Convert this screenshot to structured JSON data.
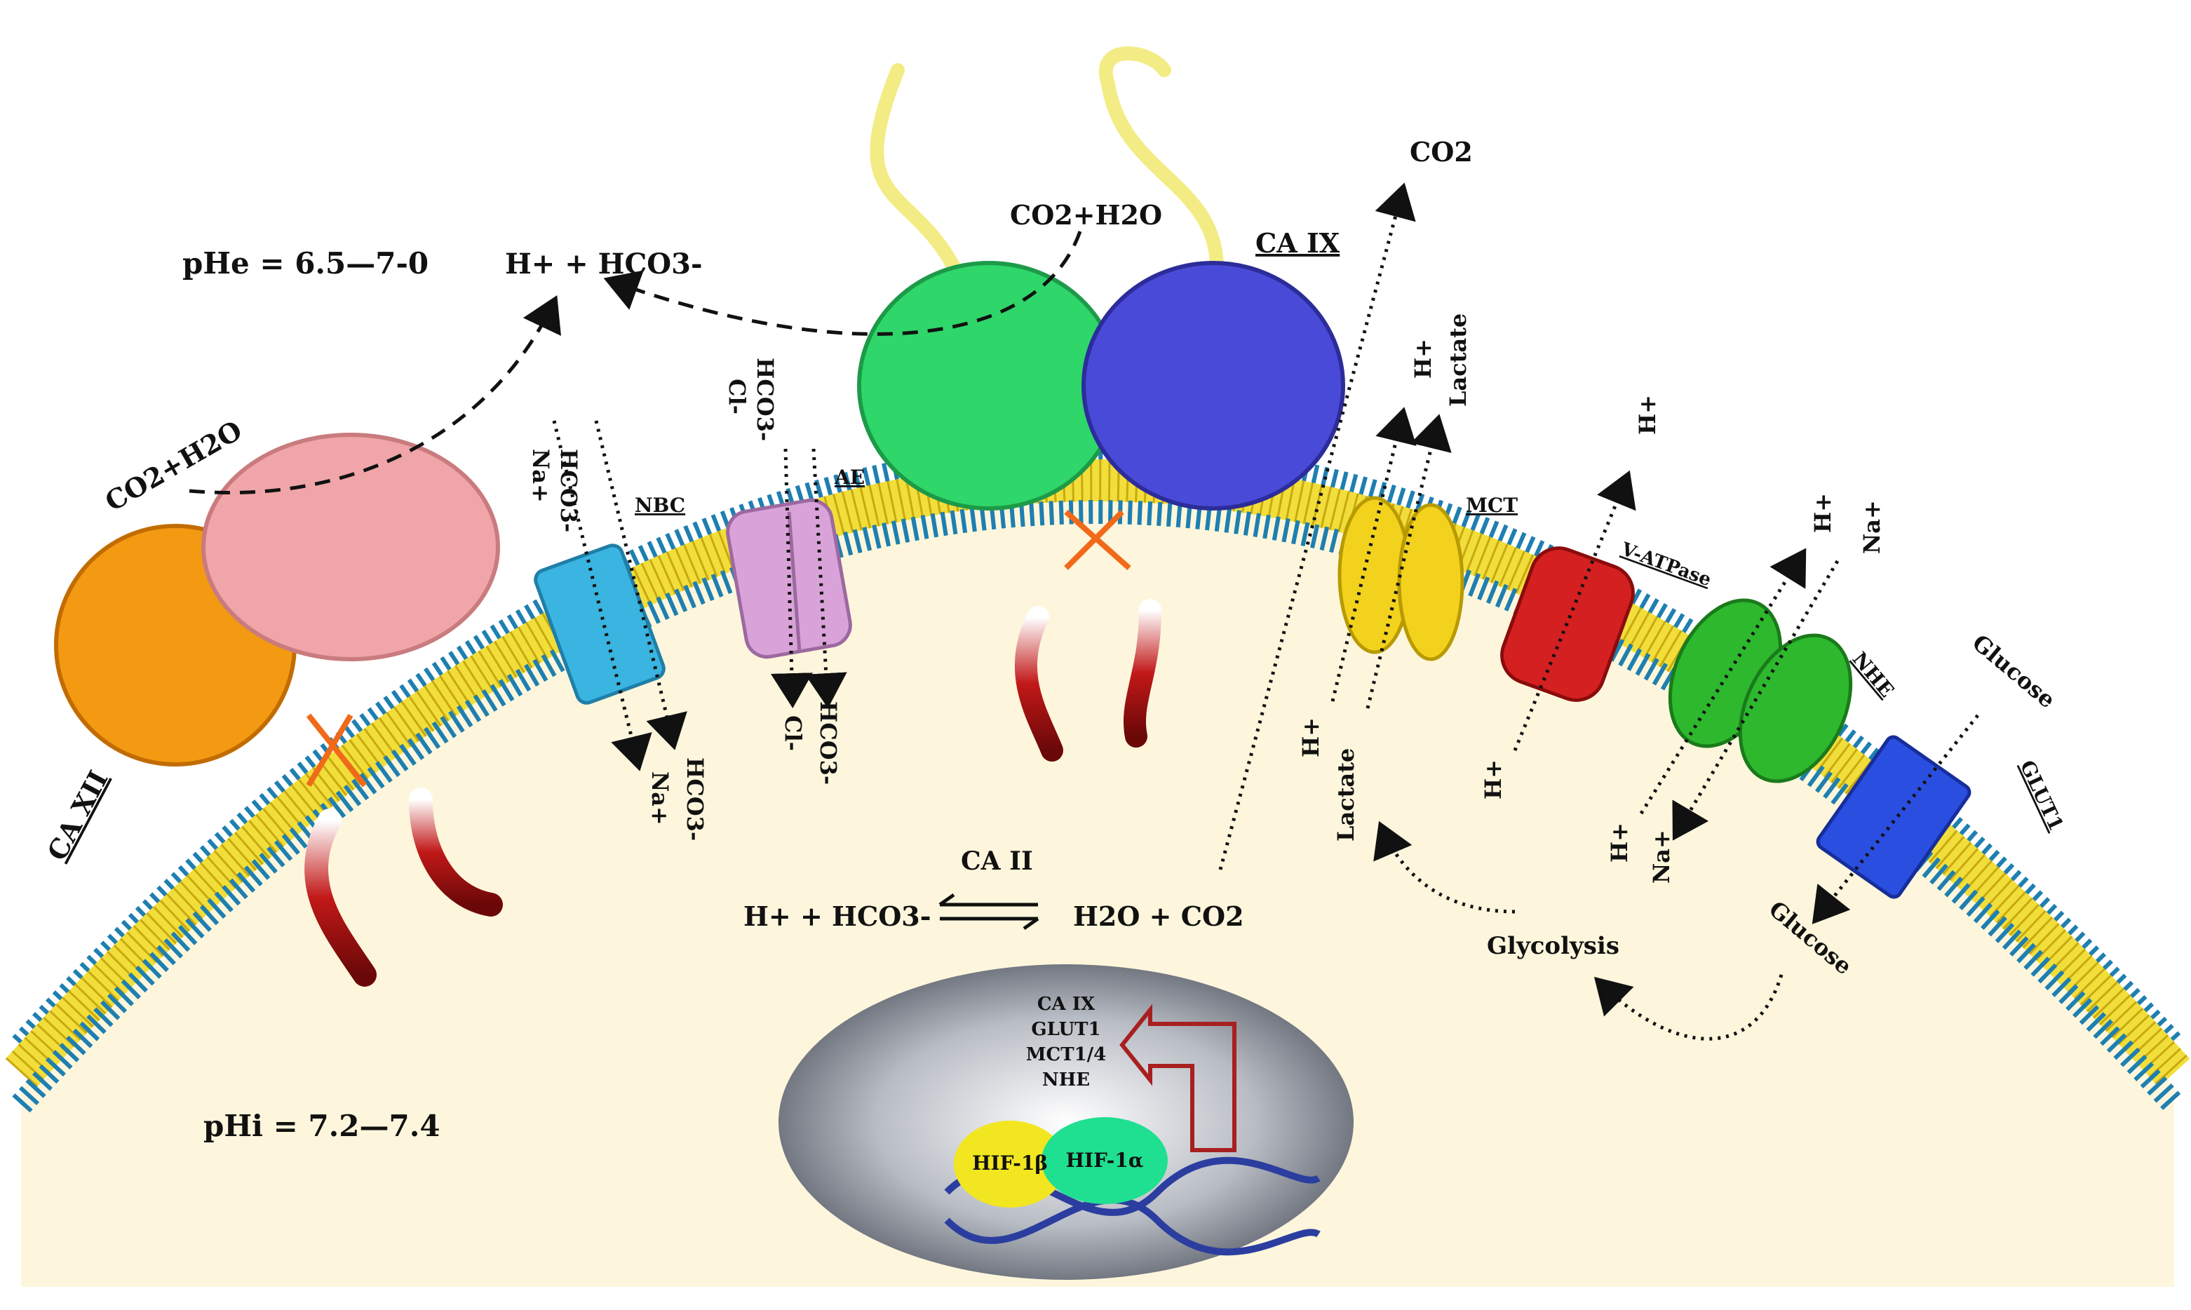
{
  "ph": {
    "extracellular": "pHe = 6.5—7-0",
    "intracellular": "pHi = 7.2—7.4"
  },
  "enzymes": {
    "ca_ix": "CA IX",
    "ca_xii": "CA XII",
    "ca_ii": "CA II"
  },
  "transporters": {
    "nbc": "NBC",
    "ae": "AE",
    "mct": "MCT",
    "v_atpase": "V-ATPase",
    "nhe": "NHE",
    "glut1": "GLUT1"
  },
  "reactions": {
    "co2_h2o_ix": "CO2+H2O",
    "co2_h2o_xii": "CO2+H2O",
    "h_hco3_out": "H+ + HCO3-",
    "co2_out": "CO2",
    "ca_ii_left": "H+ + HCO3-",
    "ca_ii_right": "H2O + CO2"
  },
  "ions": {
    "nbc_out_hco3": "HCO3-",
    "nbc_out_na": "Na+",
    "nbc_in_hco3": "HCO3-",
    "nbc_in_na": "Na+",
    "ae_out_hco3": "HCO3-",
    "ae_out_cl": "Cl-",
    "ae_in_cl": "Cl-",
    "ae_in_hco3": "HCO3-",
    "mct_out_h": "H+",
    "mct_out_lactate": "Lactate",
    "mct_in_h": "H+",
    "mct_in_lactate": "Lactate",
    "vatpase_out_h": "H+",
    "vatpase_in_h": "H+",
    "nhe_out_h": "H+",
    "nhe_out_na": "Na+",
    "nhe_in_h": "H+",
    "nhe_in_na": "Na+",
    "glut_out_glucose": "Glucose",
    "glut_in_glucose": "Glucose",
    "glycolysis": "Glycolysis"
  },
  "nucleus": {
    "genes": [
      "CA IX",
      "GLUT1",
      "MCT1/4",
      "NHE"
    ],
    "hif_beta": "HIF-1β",
    "hif_alpha": "HIF-1α"
  },
  "colors": {
    "membrane_head": "#2a9bc8",
    "membrane_tail": "#f2de3a",
    "cytoplasm": "#fdf6dc",
    "ca_ix_green": "#2fd66a",
    "ca_ix_blue": "#4a4ad8",
    "ca_xii_orange": "#f39a12",
    "ca_xii_pink": "#f0a5a8",
    "nbc": "#3ab4e0",
    "ae": "#d9a3d9",
    "mct": "#f3d21e",
    "v_atpase": "#d42020",
    "nhe": "#2db82d",
    "glut1": "#2a4ee0",
    "hif_beta": "#f2e620",
    "hif_alpha": "#1fe090"
  }
}
